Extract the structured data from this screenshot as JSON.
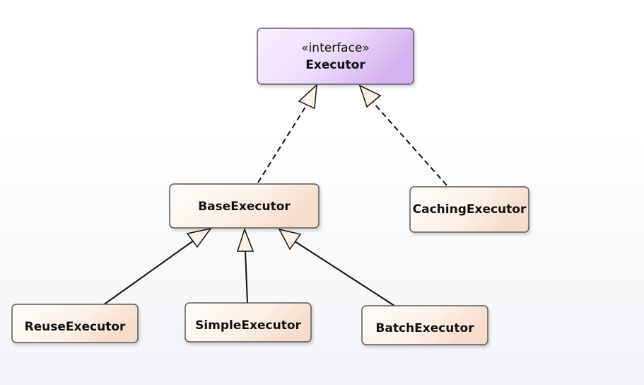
{
  "diagram": {
    "nodes": {
      "executor": {
        "stereotype": "«interface»",
        "name": "Executor"
      },
      "base_executor": {
        "name": "BaseExecutor"
      },
      "caching_executor": {
        "name": "CachingExecutor"
      },
      "reuse_executor": {
        "name": "ReuseExecutor"
      },
      "simple_executor": {
        "name": "SimpleExecutor"
      },
      "batch_executor": {
        "name": "BatchExecutor"
      }
    },
    "edges": [
      {
        "from": "base_executor",
        "to": "executor",
        "kind": "realization"
      },
      {
        "from": "caching_executor",
        "to": "executor",
        "kind": "realization"
      },
      {
        "from": "reuse_executor",
        "to": "base_executor",
        "kind": "generalization"
      },
      {
        "from": "simple_executor",
        "to": "base_executor",
        "kind": "generalization"
      },
      {
        "from": "batch_executor",
        "to": "base_executor",
        "kind": "generalization"
      }
    ],
    "colors": {
      "interface_fill_start": "#f8f0ff",
      "interface_fill_end": "#d8b8f2",
      "class_fill_start": "#fffdf9",
      "class_fill_end": "#f9e4d4",
      "border": "#5a5a5a",
      "arrowhead_fill": "#fbf3e6",
      "line": "#111111"
    }
  }
}
